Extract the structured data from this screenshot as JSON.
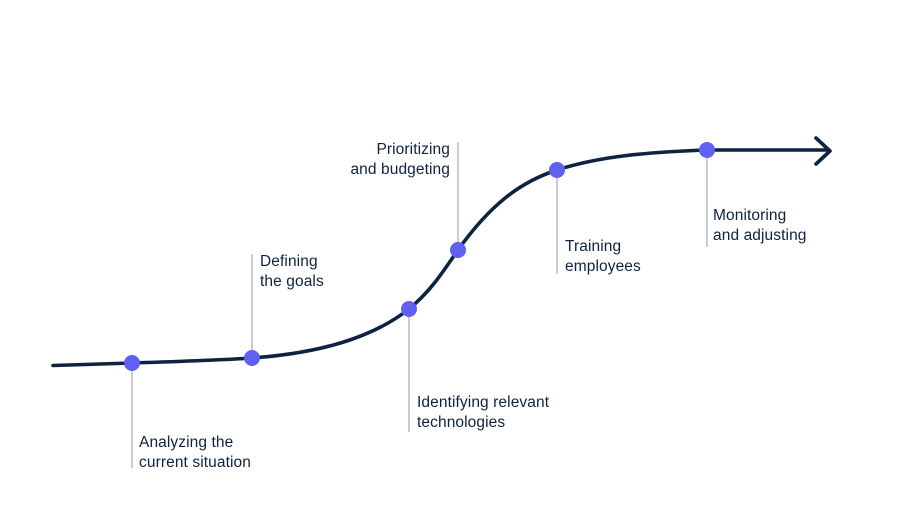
{
  "diagram": {
    "type": "s-curve-process",
    "colors": {
      "curve": "#0d2340",
      "marker": "#6160f5",
      "leader": "#a6abb4",
      "text": "#0d2340",
      "background": "#ffffff"
    },
    "arrow": "arrow-right",
    "steps": [
      {
        "line1": "Analyzing the",
        "line2": "current situation"
      },
      {
        "line1": "Defining",
        "line2": "the goals"
      },
      {
        "line1": "Identifying relevant",
        "line2": "technologies"
      },
      {
        "line1": "Prioritizing",
        "line2": "and budgeting"
      },
      {
        "line1": "Training",
        "line2": "employees"
      },
      {
        "line1": "Monitoring",
        "line2": "and adjusting"
      }
    ]
  }
}
